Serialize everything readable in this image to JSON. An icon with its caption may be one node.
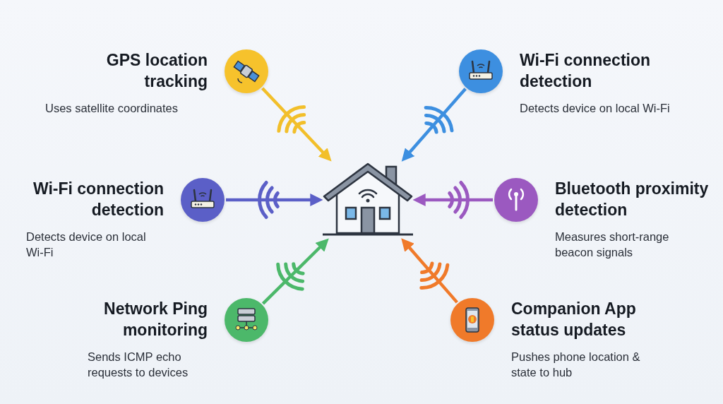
{
  "diagram": {
    "nodes": [
      {
        "text": [
          "GPS location tracking",
          "Uses satellite coordinates"
        ]
      },
      {
        "text": [
          "Wi-Fi connection detection",
          "Detects device on local Wi-Fi"
        ]
      },
      {
        "text": [
          "Wi-Fi connection detection",
          "Detects device on local Wi-Fi"
        ]
      },
      {
        "text": [
          "Bluetooth proximity detection",
          "Measures short-range beacon signals"
        ]
      },
      {
        "text": [
          "Network Ping monitoring",
          "Sends ICMP echo requests to devices"
        ]
      },
      {
        "text": [
          "Companion App status updates",
          "Pushes phone location & state to hub"
        ]
      },
      {
        "text": [],
        "shape": "house"
      }
    ],
    "edges": [
      {
        "from": 0,
        "to": 6,
        "arrow": "to",
        "color": "#f2bf2a"
      },
      {
        "from": 1,
        "to": 6,
        "arrow": "to",
        "color": "#3d8fe0"
      },
      {
        "from": 2,
        "to": 6,
        "arrow": "to",
        "color": "#5b5fc7"
      },
      {
        "from": 3,
        "to": 6,
        "arrow": "to",
        "color": "#9b59c0"
      },
      {
        "from": 4,
        "to": 6,
        "arrow": "to",
        "color": "#4cb86a"
      },
      {
        "from": 5,
        "to": 6,
        "arrow": "to",
        "color": "#f07a2a"
      }
    ]
  }
}
